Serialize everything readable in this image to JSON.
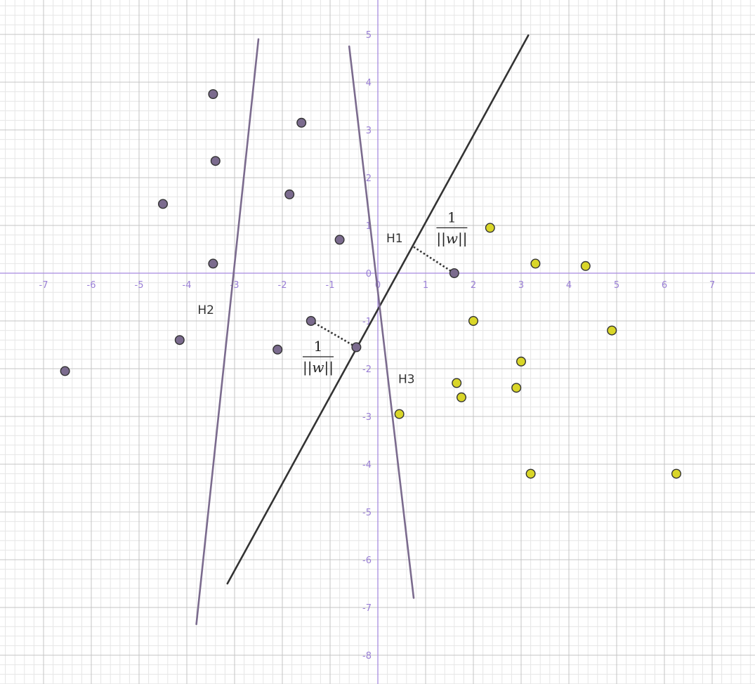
{
  "chart_data": {
    "type": "scatter",
    "title": "",
    "xlabel": "",
    "ylabel": "",
    "xlim": [
      -7.9,
      7.9
    ],
    "ylim": [
      -8.4,
      5.7
    ],
    "grid": true,
    "x_ticks": [
      -7,
      -6,
      -5,
      -4,
      -3,
      -2,
      -1,
      0,
      1,
      2,
      3,
      4,
      5,
      6,
      7
    ],
    "y_ticks": [
      -8,
      -7,
      -6,
      -5,
      -4,
      -3,
      -2,
      -1,
      0,
      1,
      2,
      3,
      4,
      5
    ],
    "x_tick_labels": [
      "-7",
      "-6",
      "-5",
      "-4",
      "-3",
      "-2",
      "-1",
      "0",
      "1",
      "2",
      "3",
      "4",
      "5",
      "6",
      "7"
    ],
    "y_tick_labels": [
      "-8",
      "-7",
      "-6",
      "-5",
      "-4",
      "-3",
      "-2",
      "-1",
      "0",
      "1",
      "2",
      "3",
      "4",
      "5"
    ],
    "series": [
      {
        "color": "#7b6b8e",
        "points": [
          [
            -3.45,
            3.75
          ],
          [
            -1.6,
            3.15
          ],
          [
            -3.4,
            2.35
          ],
          [
            -1.85,
            1.65
          ],
          [
            -4.5,
            1.45
          ],
          [
            -0.8,
            0.7
          ],
          [
            -3.45,
            0.2
          ],
          [
            -6.55,
            -2.05
          ],
          [
            -4.15,
            -1.4
          ],
          [
            -2.1,
            -1.6
          ],
          [
            -1.4,
            -1.0
          ],
          [
            -0.45,
            -1.55
          ],
          [
            1.6,
            0.0
          ]
        ]
      },
      {
        "color": "#d9d628",
        "points": [
          [
            2.35,
            0.95
          ],
          [
            3.3,
            0.2
          ],
          [
            4.35,
            0.15
          ],
          [
            2.0,
            -1.0
          ],
          [
            4.9,
            -1.2
          ],
          [
            3.0,
            -1.85
          ],
          [
            1.65,
            -2.3
          ],
          [
            2.9,
            -2.4
          ],
          [
            1.75,
            -2.6
          ],
          [
            0.45,
            -2.95
          ],
          [
            3.2,
            -4.2
          ],
          [
            6.25,
            -4.2
          ]
        ]
      }
    ],
    "lines": [
      {
        "label": "H1",
        "color": "#333333",
        "from": [
          -3.15,
          -6.5
        ],
        "to": [
          3.15,
          4.98
        ]
      },
      {
        "label": "H2",
        "color": "#7b6b8e",
        "from": [
          -3.8,
          -7.35
        ],
        "to": [
          -2.5,
          4.9
        ]
      },
      {
        "label": "H3",
        "color": "#7b6b8e",
        "from": [
          -0.6,
          4.75
        ],
        "to": [
          0.75,
          -6.8
        ]
      }
    ],
    "margin_segments": [
      {
        "from": [
          0.75,
          0.55
        ],
        "to": [
          1.6,
          0.0
        ]
      },
      {
        "from": [
          -1.4,
          -1.0
        ],
        "to": [
          -0.45,
          -1.55
        ]
      }
    ],
    "annotations": [
      {
        "numerator": "1",
        "denominator": "||w||",
        "at": [
          1.55,
          0.95
        ]
      },
      {
        "numerator": "1",
        "denominator": "||w||",
        "at": [
          -1.25,
          -1.75
        ]
      }
    ],
    "line_labels": [
      {
        "text": "H1",
        "at": [
          0.35,
          0.65
        ]
      },
      {
        "text": "H2",
        "at": [
          -3.6,
          -0.85
        ]
      },
      {
        "text": "H3",
        "at": [
          0.6,
          -2.3
        ]
      }
    ]
  }
}
